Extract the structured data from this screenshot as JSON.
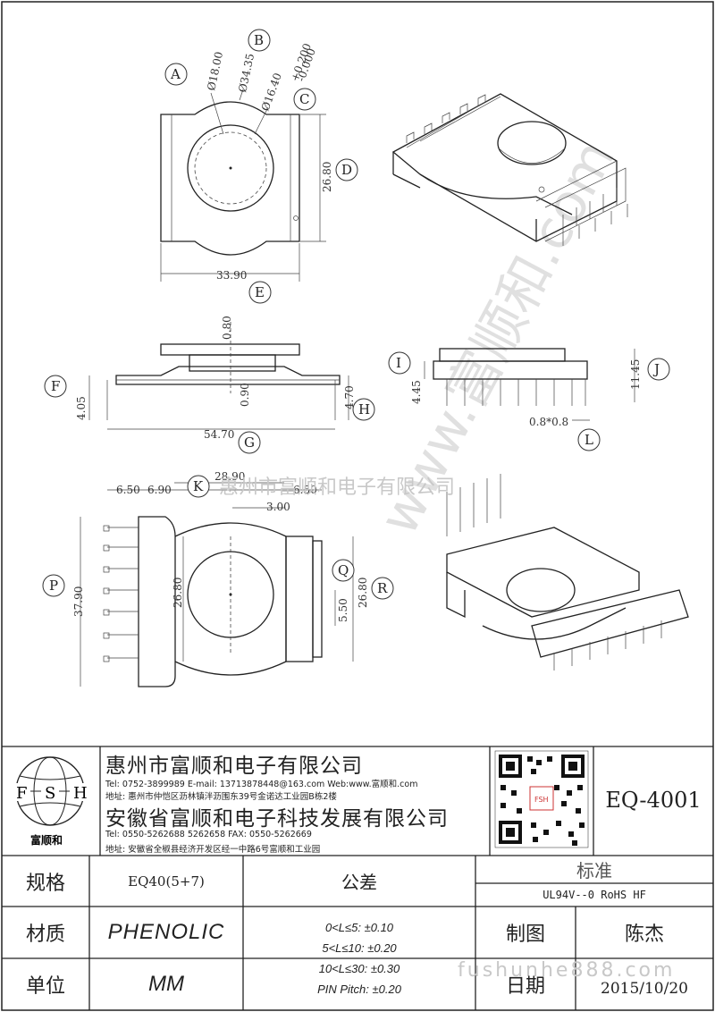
{
  "drawing": {
    "watermark_main": "惠州市富顺和电子有限公司",
    "watermark_diag": "www.富顺和.com",
    "watermark_site": "fushunhe888.com",
    "callouts": [
      "A",
      "B",
      "C",
      "D",
      "E",
      "F",
      "G",
      "H",
      "I",
      "J",
      "K",
      "L",
      "P",
      "Q",
      "R"
    ],
    "dims": {
      "a": "Ø18.00",
      "b": "Ø34.35",
      "c": "Ø16.40",
      "c_tol_up": "+0.200",
      "c_tol_dn": "-0.000",
      "d": "26.80",
      "e": "33.90",
      "top_080": "0.80",
      "f_405": "4.05",
      "g_090": "0.90",
      "h_470": "4.70",
      "g_5470": "54.70",
      "i_445": "4.45",
      "j_1145": "11.45",
      "l_pin": "0.8*0.8",
      "k_2890": "28.90",
      "k_650a": "6.50",
      "k_690": "6.90",
      "k_650b": "6.50",
      "k_300": "3.00",
      "p_3790": "37.90",
      "bot_2680": "26.80",
      "q_550": "5.50",
      "r_2680": "26.80"
    }
  },
  "title_block": {
    "logo_letters": [
      "F",
      "S",
      "H"
    ],
    "logo_name": "富顺和",
    "company1": "惠州市富顺和电子有限公司",
    "company1_tel": "Tel: 0752-3899989  E-mail: 13713878448@163.com  Web:www.富顺和.com",
    "company1_addr": "地址: 惠州市仲恺区沥林镇泮沥围东39号金诺达工业园B栋2楼",
    "company2": "安徽省富顺和电子科技发展有限公司",
    "company2_tel": "Tel: 0550-5262688  5262658      FAX: 0550-5262669",
    "company2_addr": "地址: 安徽省全椒县经济开发区经一中路6号富顺和工业园",
    "part_no": "EQ-4001",
    "spec_label": "规格",
    "spec_value": "EQ40(5+7)",
    "tolerance_label": "公差",
    "standard_label": "标准",
    "standard_value": "UL94V--0  RoHS HF",
    "material_label": "材质",
    "material_value": "PHENOLIC",
    "tol_1": "0<L≤5: ±0.10",
    "tol_2": "5<L≤10: ±0.20",
    "tol_3": "10<L≤30: ±0.30",
    "tol_4": "PIN Pitch: ±0.20",
    "drawn_label": "制图",
    "drawn_value": "陈杰",
    "unit_label": "单位",
    "unit_value": "MM",
    "date_label": "日期",
    "date_value": "2015/10/20",
    "qr_label": "FSH"
  }
}
